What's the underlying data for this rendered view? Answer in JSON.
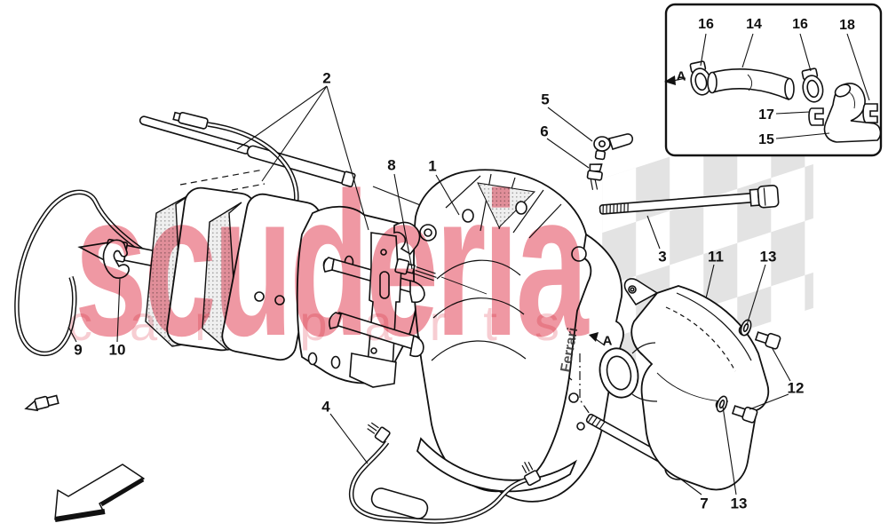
{
  "watermark": {
    "brand": "scuderia",
    "tagline": "car parts",
    "brand_color": "#ef98a3",
    "tagline_color": "#f7cdd2"
  },
  "flag": {
    "checker_color": "#e3e3e3"
  },
  "callouts": {
    "part1": "1",
    "part2": "2",
    "part3": "3",
    "part4": "4",
    "part5": "5",
    "part6": "6",
    "part7": "7",
    "part8": "8",
    "part9": "9",
    "part10": "10",
    "part11": "11",
    "part12": "12",
    "part13": "13",
    "part14": "14",
    "part15": "15",
    "part16": "16",
    "part17": "17",
    "part18": "18"
  },
  "view_label": "A",
  "caliper_marking": "Ferrari",
  "colors": {
    "line": "#111111",
    "background": "#ffffff"
  }
}
